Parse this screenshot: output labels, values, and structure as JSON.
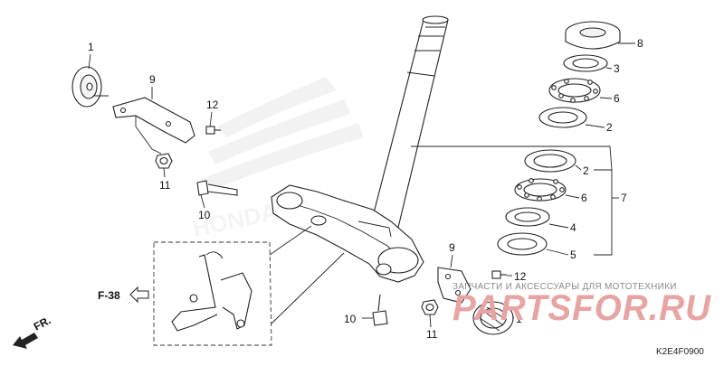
{
  "diagram": {
    "labels": [
      {
        "id": "l1a",
        "text": "1"
      },
      {
        "id": "l9a",
        "text": "9"
      },
      {
        "id": "l12a",
        "text": "12"
      },
      {
        "id": "l11a",
        "text": "11"
      },
      {
        "id": "l10a",
        "text": "10"
      },
      {
        "id": "l8",
        "text": "8"
      },
      {
        "id": "l3",
        "text": "3"
      },
      {
        "id": "l6a",
        "text": "6"
      },
      {
        "id": "l2a",
        "text": "2"
      },
      {
        "id": "l2b",
        "text": "2"
      },
      {
        "id": "l6b",
        "text": "6"
      },
      {
        "id": "l7",
        "text": "7"
      },
      {
        "id": "l4",
        "text": "4"
      },
      {
        "id": "l5",
        "text": "5"
      },
      {
        "id": "l9b",
        "text": "9"
      },
      {
        "id": "l12b",
        "text": "12"
      },
      {
        "id": "l10b",
        "text": "10"
      },
      {
        "id": "l11b",
        "text": "11"
      },
      {
        "id": "l1b",
        "text": "1"
      }
    ],
    "reference": "F-38",
    "forward": "FR.",
    "code": "K2E4F0900"
  },
  "watermark": {
    "tagline": "ЗАПЧАСТИ И АКСЕССУАРЫ ДЛЯ МОТОТЕХНИКИ",
    "brand": "PARTSFOR.RU",
    "bg_brand": "HONDA"
  },
  "colors": {
    "line": "#222222",
    "brand": "#e8a3a3",
    "watermark": "#e6e6e6"
  }
}
